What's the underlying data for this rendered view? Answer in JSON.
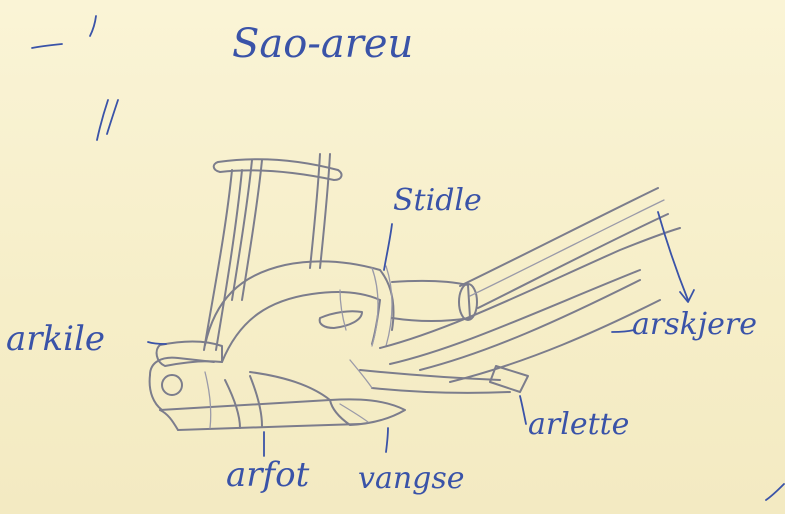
{
  "title": "Sao-areu",
  "labels": {
    "stidle": "Stidle",
    "arkile": "arkile",
    "arskjere": "arskjere",
    "arlette": "arlette",
    "arfot": "arfot",
    "vangse": "vangse"
  },
  "colors": {
    "paper": "#f8f1cf",
    "ink": "#3a53a8",
    "pencil": "#7c7d8c"
  }
}
